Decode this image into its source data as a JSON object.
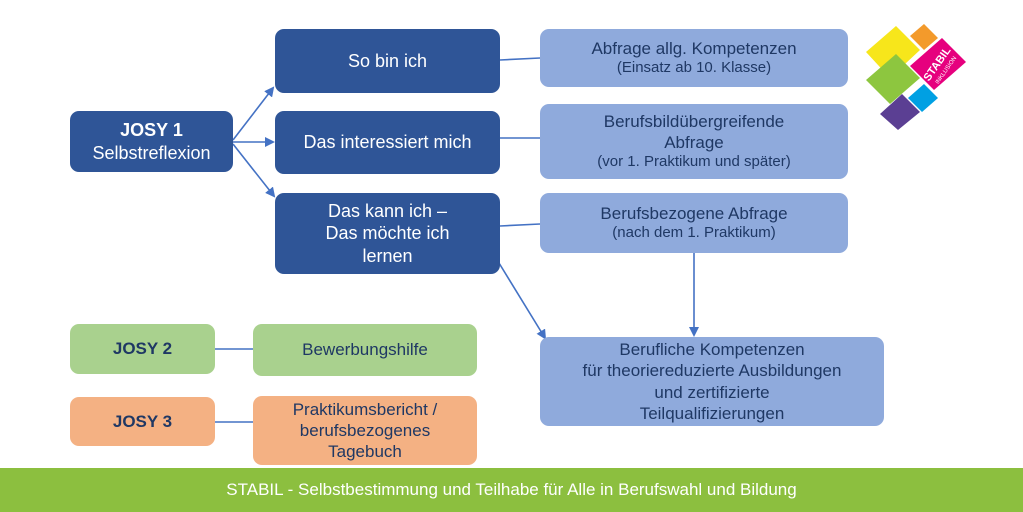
{
  "josy1": {
    "title": "JOSY 1",
    "subtitle": "Selbstreflexion"
  },
  "branches": [
    {
      "label": "So bin ich"
    },
    {
      "label": "Das interessiert mich"
    },
    {
      "lines": [
        "Das kann ich –",
        "Das möchte ich",
        "lernen"
      ]
    }
  ],
  "queries": [
    {
      "title": "Abfrage allg. Kompetenzen",
      "note": "(Einsatz ab 10. Klasse)"
    },
    {
      "title1": "Berufsbildübergreifende",
      "title2": "Abfrage",
      "note": "(vor 1. Praktikum und später)"
    },
    {
      "title": "Berufsbezogene Abfrage",
      "note": "(nach dem 1. Praktikum)"
    }
  ],
  "competencies": {
    "lines": [
      "Berufliche Kompetenzen",
      "für theoriereduzierte Ausbildungen",
      "und zertifizierte",
      "Teilqualifizierungen"
    ]
  },
  "josy2": {
    "title": "JOSY 2",
    "label": "Bewerbungshilfe"
  },
  "josy3": {
    "title": "JOSY 3",
    "lines": [
      "Praktikumsbericht /",
      "berufsbezogenes",
      "Tagebuch"
    ]
  },
  "footer": {
    "text": "STABIL - Selbstbestimmung und Teilhabe für Alle in Berufswahl und Bildung"
  },
  "logo": {
    "text1": "STABIL",
    "text2": "INKLUSION"
  },
  "colors": {
    "dark_blue": "#2f5597",
    "light_blue": "#8faadc",
    "green": "#a9d18e",
    "orange": "#f4b183",
    "footer_green": "#8cbf3f"
  }
}
